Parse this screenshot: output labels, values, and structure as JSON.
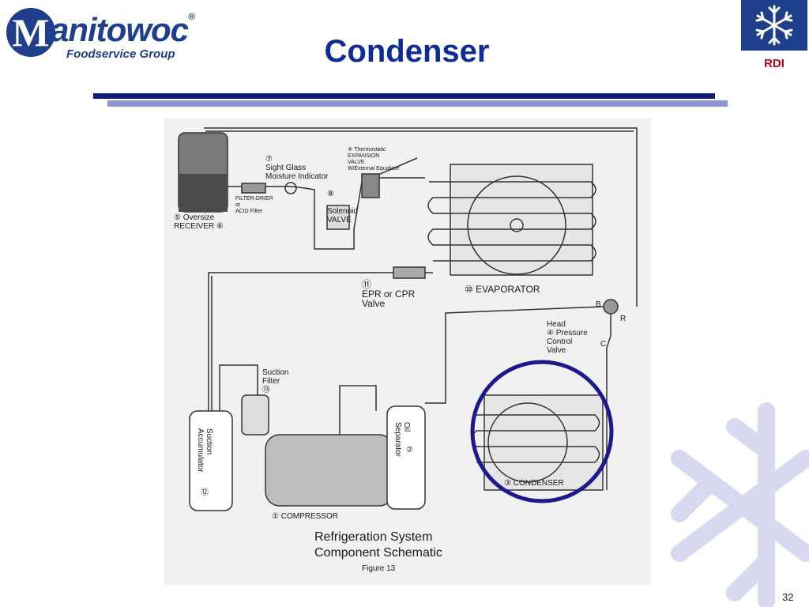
{
  "logo": {
    "letter": "M",
    "name": "anitowoc",
    "registered": "®",
    "tagline": "Foodservice Group"
  },
  "title": "Condenser",
  "badge": {
    "label": "RDI"
  },
  "schematic": {
    "labels": {
      "receiver": "⑤ Oversize\nRECEIVER ⑥",
      "filter_drier": "FILTER-DRIER\nor\nACID Filter",
      "sight_glass": "⑦\nSight Glass\nMoisture Indicator",
      "txv": "⑨ Thermostatic\nEXPANSION\nVALVE\nW/External Equalizer",
      "solenoid": "⑧\n\nSolenoid\nVALVE",
      "evaporator": "⑩ EVAPORATOR",
      "epr": "⑪\nEPR or CPR\nValve",
      "head_pressure": "Head\n④ Pressure\nControl\nValve",
      "hp_b": "B",
      "hp_r": "R",
      "hp_c": "C",
      "suction_filter": "Suction\nFilter\n⑬",
      "suction_accumulator": "Suction\nAccumulator",
      "accumulator_num": "⑫",
      "oil_separator": "Oil\nSeparator",
      "oil_separator_num": "②",
      "compressor": "① COMPRESSOR",
      "condenser": "③ CONDENSER",
      "caption": "Refrigeration System\nComponent Schematic",
      "figure": "Figure 13"
    }
  },
  "footer": {
    "page": "32"
  },
  "colors": {
    "brand": "#1f3f8c",
    "title": "#0f2c96",
    "rdi": "#c0001b",
    "highlight": "#1a1a8c"
  }
}
